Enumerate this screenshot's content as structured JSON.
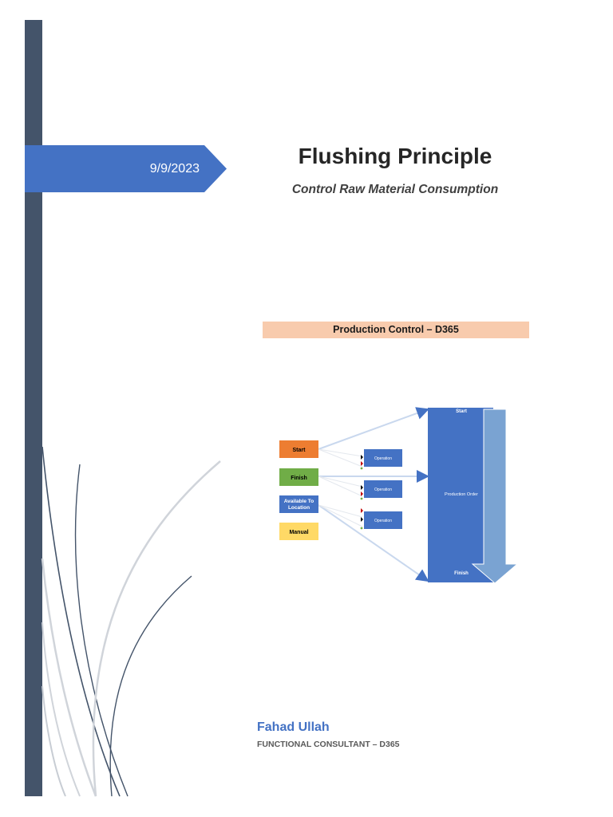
{
  "cover": {
    "date": "9/9/2023",
    "title": "Flushing Principle",
    "subtitle": "Control Raw Material Consumption",
    "section_label": "Production Control – D365",
    "author": "Fahad Ullah",
    "role": "FUNCTIONAL CONSULTANT – D365"
  },
  "diagram": {
    "flushing_options": [
      {
        "label": "Start",
        "color": "#ed7d31",
        "text_color": "#1a1a1a"
      },
      {
        "label": "Finish",
        "color": "#70ad47",
        "text_color": "#1a1a1a"
      },
      {
        "label_line1": "Available To",
        "label_line2": "Location",
        "color": "#4472c4",
        "text_color": "#ffffff"
      },
      {
        "label": "Manual",
        "color": "#ffd966",
        "text_color": "#1a1a1a"
      }
    ],
    "operations": [
      "Operation",
      "Operation",
      "Operation"
    ],
    "production_order": {
      "top_label": "Start",
      "center_label": "Production Order",
      "bottom_label": "Finish"
    }
  },
  "colors": {
    "sidebar": "#44546a",
    "accent_blue": "#4472c4",
    "section_bar": "#f8cbad",
    "flow_arrow": "#7aa3d2"
  }
}
